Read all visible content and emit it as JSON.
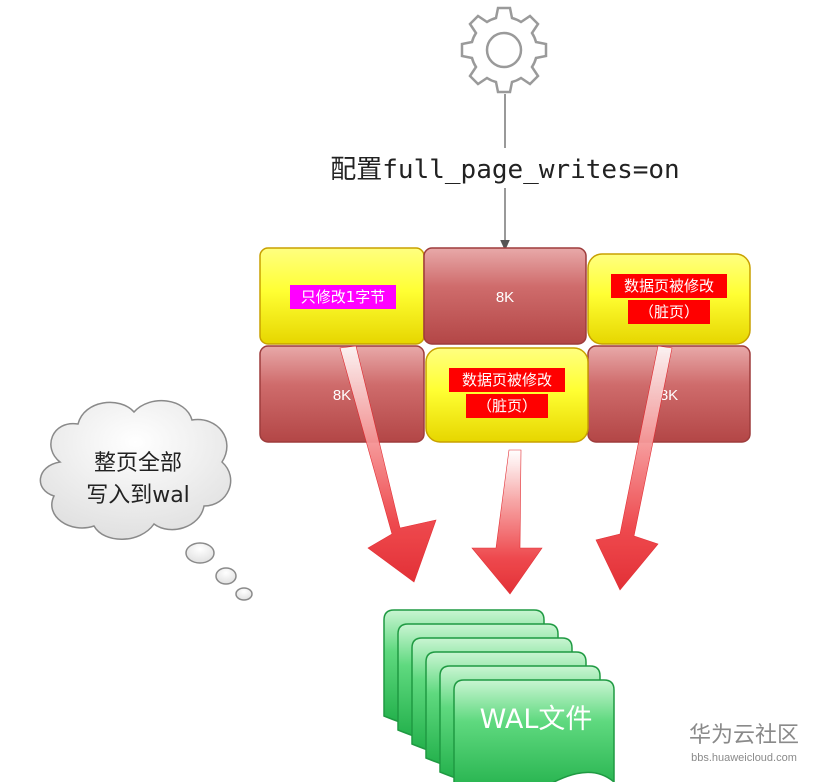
{
  "config_label": "配置full_page_writes=on",
  "pages": {
    "top_left": {
      "text": "只修改1字节",
      "highlight": "#ff00ff",
      "fill": "yellow"
    },
    "top_middle": {
      "text": "8K",
      "fill": "red"
    },
    "top_right": {
      "line1": "数据页被修改",
      "line2": "（脏页）",
      "highlight": "#ff0000",
      "fill": "yellow"
    },
    "bottom_left": {
      "text": "8K",
      "fill": "red"
    },
    "bottom_middle": {
      "line1": "数据页被修改",
      "line2": "（脏页）",
      "highlight": "#ff0000",
      "fill": "yellow"
    },
    "bottom_right": {
      "text": "8K",
      "fill": "red"
    }
  },
  "thought_bubble": {
    "line1": "整页全部",
    "line2": "写入到wal"
  },
  "wal_file_label": "WAL文件",
  "watermark": {
    "title": "华为云社区",
    "url": "bbs.huaweicloud.com"
  },
  "colors": {
    "page_yellow": "#ffff33",
    "page_red": "#c85a5a",
    "arrow_red": "#e8282c",
    "wal_green": "#2fc35a",
    "gear_gray": "#9a9a9a"
  },
  "icons": [
    "gear-icon"
  ]
}
